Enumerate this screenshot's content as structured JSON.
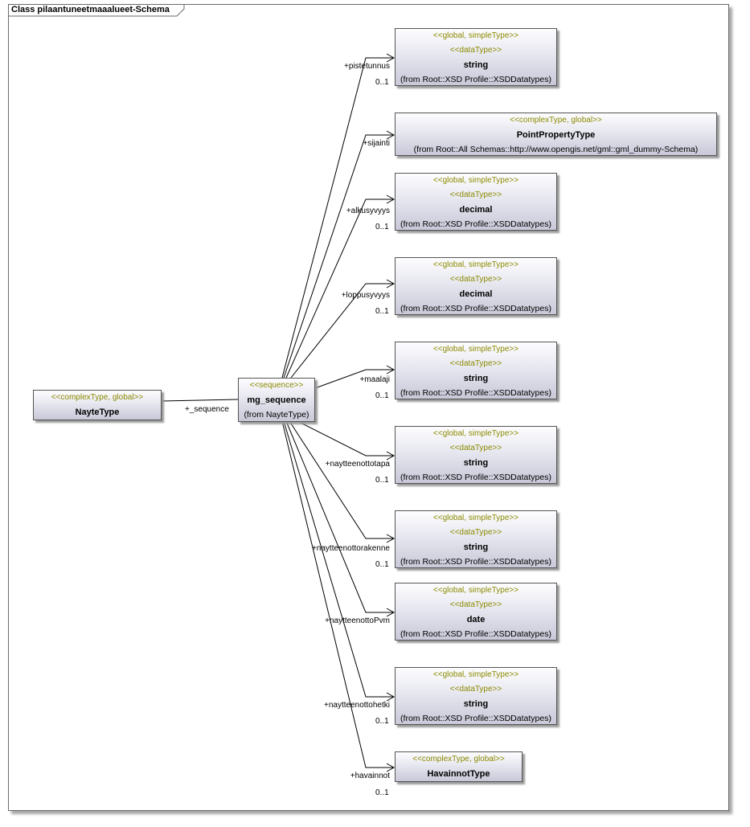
{
  "diagram_title": "Class pilaantuneetmaaalueet-Schema",
  "nayte": {
    "stereotype": "<<complexType, global>>",
    "name": "NayteType"
  },
  "sequence_box": {
    "stereotype": "<<sequence>>",
    "name": "mg_sequence",
    "from": "(from NayteType)"
  },
  "sequence_role": "+_sequence",
  "multiplicity": "0..1",
  "types": {
    "string": {
      "stereotype1": "<<global, simpleType>>",
      "stereotype2": "<<dataType>>",
      "name": "string",
      "from": "(from Root::XSD Profile::XSDDatatypes)"
    },
    "decimal": {
      "stereotype1": "<<global, simpleType>>",
      "stereotype2": "<<dataType>>",
      "name": "decimal",
      "from": "(from Root::XSD Profile::XSDDatatypes)"
    },
    "date": {
      "stereotype1": "<<global, simpleType>>",
      "stereotype2": "<<dataType>>",
      "name": "date",
      "from": "(from Root::XSD Profile::XSDDatatypes)"
    },
    "point": {
      "stereotype": "<<complexType, global>>",
      "name": "PointPropertyType",
      "from": "(from Root::All Schemas::http://www.opengis.net/gml::gml_dummy-Schema)"
    },
    "havainnot": {
      "stereotype": "<<complexType, global>>",
      "name": "HavainnotType"
    }
  },
  "roles": {
    "pistetunnus": "+pistetunnus",
    "sijainti": "+sijainti",
    "alkusyvyys": "+alkusyvyys",
    "loppusyvyys": "+loppusyvyys",
    "maalaji": "+maalaji",
    "naytteenottotapa": "+naytteenottotapa",
    "naytteenottorakenne": "+naytteenottorakenne",
    "naytteenottoPvm": "+naytteenottoPvm",
    "naytteenottohetki": "+naytteenottohetki",
    "havainnot": "+havainnot"
  }
}
